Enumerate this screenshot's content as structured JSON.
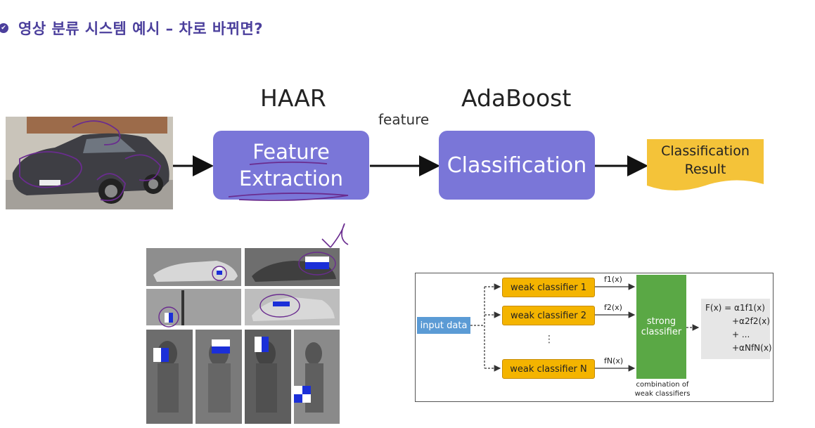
{
  "title": {
    "text": "영상 분류 시스템 예시 – 차로 바뀌면?"
  },
  "pipeline": {
    "haar_label": "HAAR",
    "adaboost_label": "AdaBoost",
    "feature_label": "feature",
    "feature_box": {
      "line1": "Feature",
      "line2": "Extraction"
    },
    "classification_box": "Classification",
    "result": {
      "line1": "Classification",
      "line2": "Result"
    }
  },
  "adaboost_diagram": {
    "input": "input data",
    "weak": [
      "weak classifier 1",
      "weak classifier 2",
      "weak classifier N"
    ],
    "dots": "⋮",
    "outputs": [
      "f1(x)",
      "f2(x)",
      "fN(x)"
    ],
    "strong": {
      "line1": "strong",
      "line2": "classifier"
    },
    "combination": {
      "line1": "combination of",
      "line2": "weak classifiers"
    },
    "formula": [
      "F(x) = α1f1(x)",
      "+α2f2(x)",
      "+ ...",
      "+αNfN(x)"
    ]
  },
  "colors": {
    "title": "#4b3f9c",
    "box": "#7a76d8",
    "result": "#f4c339",
    "weak": "#f4b400",
    "input": "#5b9bd5",
    "strong": "#5aa845",
    "annotation": "#6a2c8f"
  }
}
